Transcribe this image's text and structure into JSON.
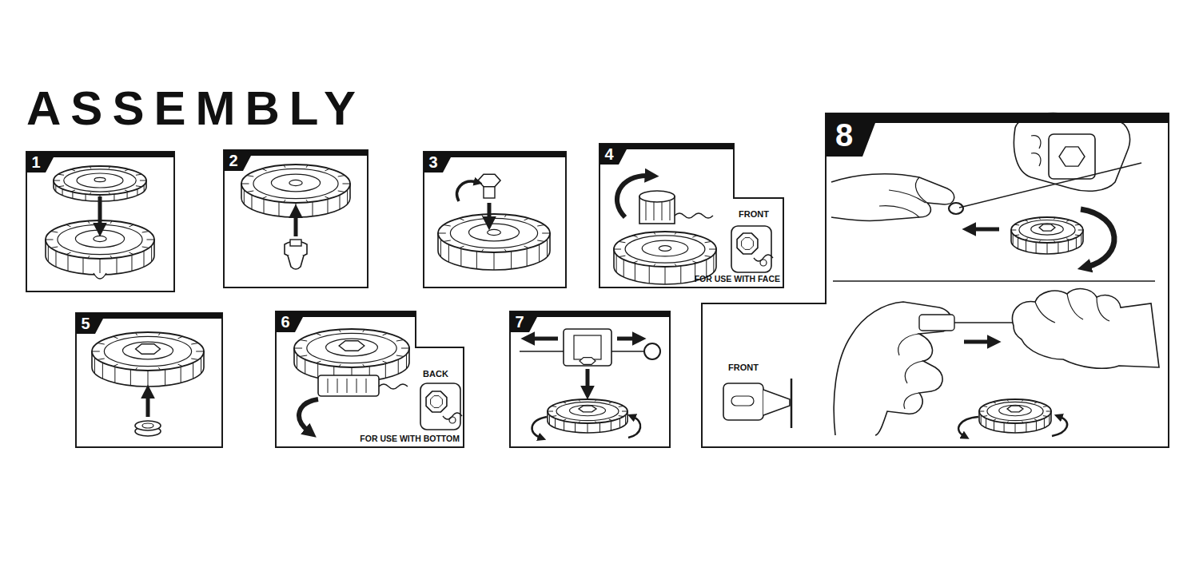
{
  "diagram": {
    "title": "ASSEMBLY",
    "nodes": [
      {
        "text": [
          "1"
        ]
      },
      {
        "text": [
          "2"
        ]
      },
      {
        "text": [
          "3"
        ]
      },
      {
        "text": [
          "4",
          "FRONT",
          "FOR USE WITH FACE"
        ]
      },
      {
        "text": [
          "5"
        ]
      },
      {
        "text": [
          "6",
          "BACK",
          "FOR USE WITH BOTTOM"
        ]
      },
      {
        "text": [
          "7"
        ]
      },
      {
        "text": [
          "8",
          "FRONT"
        ]
      }
    ]
  }
}
